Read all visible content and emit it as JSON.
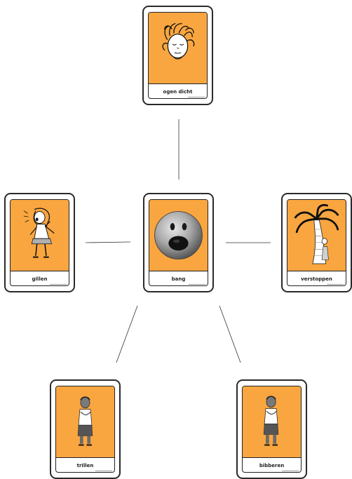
{
  "cards": {
    "center": {
      "label": "bang"
    },
    "top": {
      "label": "ogen dicht"
    },
    "left": {
      "label": "gillen"
    },
    "right": {
      "label": "verstoppen"
    },
    "bottom_left": {
      "label": "trillen"
    },
    "bottom_right": {
      "label": "bibberen"
    }
  }
}
